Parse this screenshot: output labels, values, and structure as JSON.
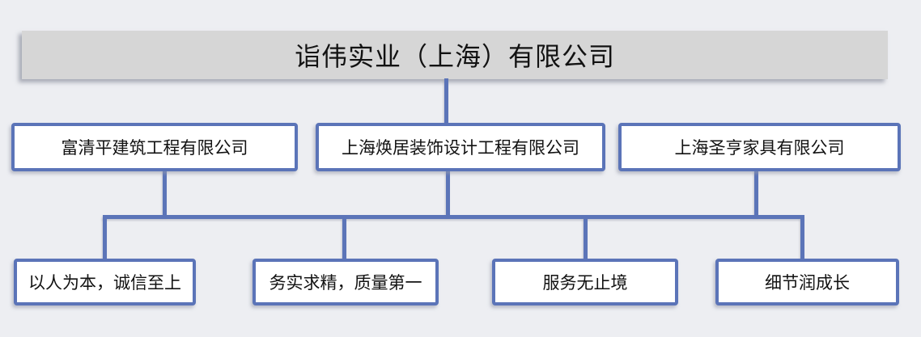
{
  "page": {
    "background": "#edeef2",
    "accent": "#5b74b8",
    "title_box_bg": "#d6d6d6"
  },
  "org_chart": {
    "root": {
      "label": "诣伟实业（上海）有限公司"
    },
    "subsidiaries": [
      {
        "label": "富清平建筑工程有限公司"
      },
      {
        "label": "上海焕居装饰设计工程有限公司"
      },
      {
        "label": "上海圣亨家具有限公司"
      }
    ],
    "values": [
      {
        "label": "以人为本，诚信至上"
      },
      {
        "label": "务实求精，质量第一"
      },
      {
        "label": "服务无止境"
      },
      {
        "label": "细节润成长"
      }
    ]
  }
}
